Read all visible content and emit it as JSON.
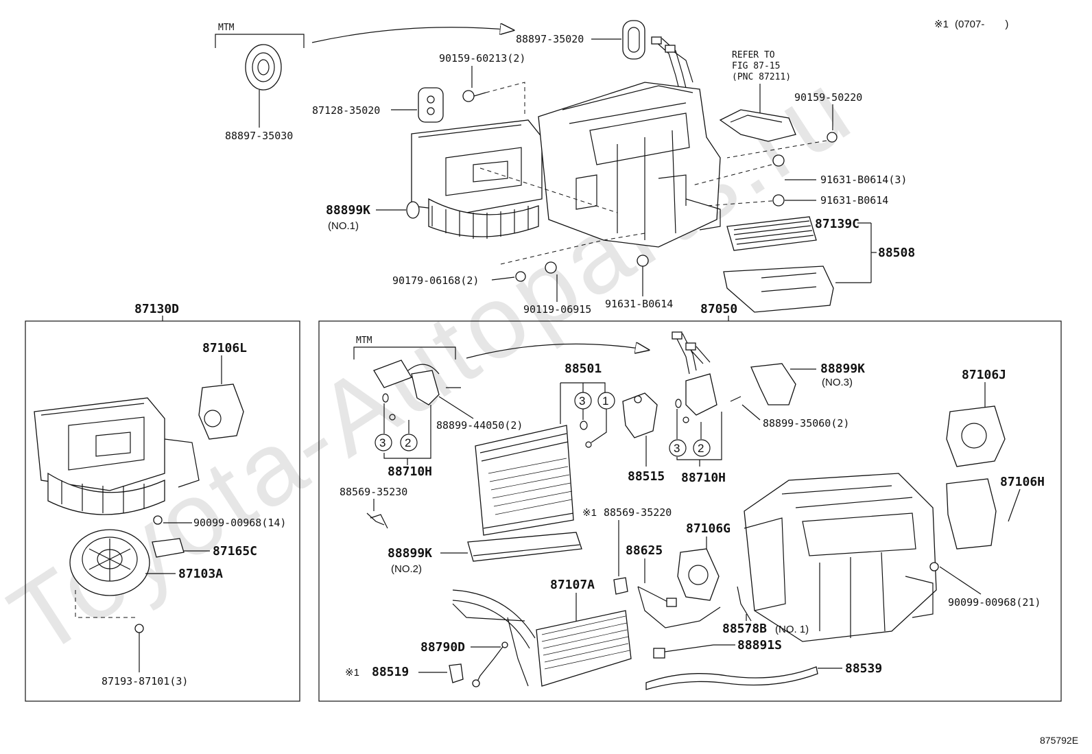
{
  "watermark": "Toyota-Autoparts.ru",
  "footnote_mark": "※1",
  "date_range": "(0707-　　)",
  "figure_id": "875792E",
  "refer_note": [
    "REFER TO",
    "FIG 87-15",
    "(PNC 87211)"
  ],
  "groups": {
    "left_box": "87130D",
    "right_box": "87050"
  },
  "mtm": "MTM",
  "callouts": {
    "p88897_35030": "88897-35030",
    "p88897_35020": "88897-35020",
    "p90159_60213": "90159-60213(2)",
    "p87128_35020": "87128-35020",
    "p90159_50220": "90159-50220",
    "p91631_B0614_3": "91631-B0614(3)",
    "p91631_B0614_a": "91631-B0614",
    "p91631_B0614_b": "91631-B0614",
    "p88899K_1": "88899K",
    "p88899K_1_sub": "(NO.1)",
    "p87139C": "87139C",
    "p88508": "88508",
    "p90179_06168": "90179-06168(2)",
    "p90119_06915": "90119-06915",
    "p87106L": "87106L",
    "p90099_00968_14": "90099-00968(14)",
    "p87165C": "87165C",
    "p87103A": "87103A",
    "p87193_87101": "87193-87101(3)",
    "p88501": "88501",
    "p88899_44050": "88899-44050(2)",
    "p88710H_a": "88710H",
    "p88710H_b": "88710H",
    "p88569_35230": "88569-35230",
    "p88515": "88515",
    "p88899K_3": "88899K",
    "p88899K_3_sub": "(NO.3)",
    "p88899_35060": "88899-35060(2)",
    "p87106J": "87106J",
    "p87106H": "87106H",
    "p88899K_2": "88899K",
    "p88899K_2_sub": "(NO.2)",
    "p88569_35220": "88569-35220",
    "p87106G": "87106G",
    "p88625": "88625",
    "p87107A": "87107A",
    "p88578B": "88578B",
    "p88578B_sub": "(NO. 1)",
    "p90099_00968_21": "90099-00968(21)",
    "p88790D": "88790D",
    "p88891S": "88891S",
    "p88519": "88519",
    "p88539": "88539"
  },
  "circle_numbers": {
    "c3a": "3",
    "c2a": "2",
    "c3b": "3",
    "c1b": "1",
    "c3c": "3",
    "c2c": "2"
  }
}
